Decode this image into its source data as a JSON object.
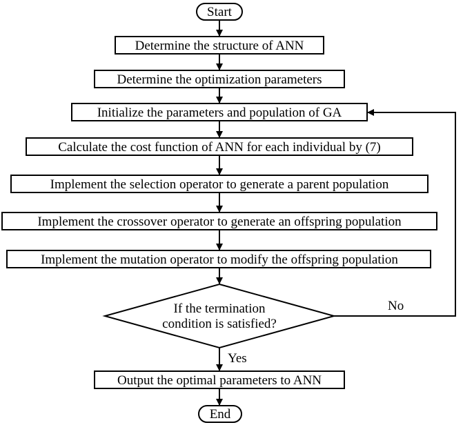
{
  "flowchart": {
    "start": "Start",
    "steps": [
      "Determine the structure of ANN",
      "Determine the optimization parameters",
      "Initialize the parameters and population of GA",
      "Calculate the cost function of ANN for each individual by (7)",
      "Implement the selection operator to generate a parent population",
      "Implement the crossover operator to generate an offspring population",
      "Implement the mutation operator to modify the offspring population"
    ],
    "decision": {
      "line1": "If the termination",
      "line2": "condition is satisfied?"
    },
    "yes_label": "Yes",
    "no_label": "No",
    "output": "Output the optimal parameters to ANN",
    "end": "End"
  }
}
